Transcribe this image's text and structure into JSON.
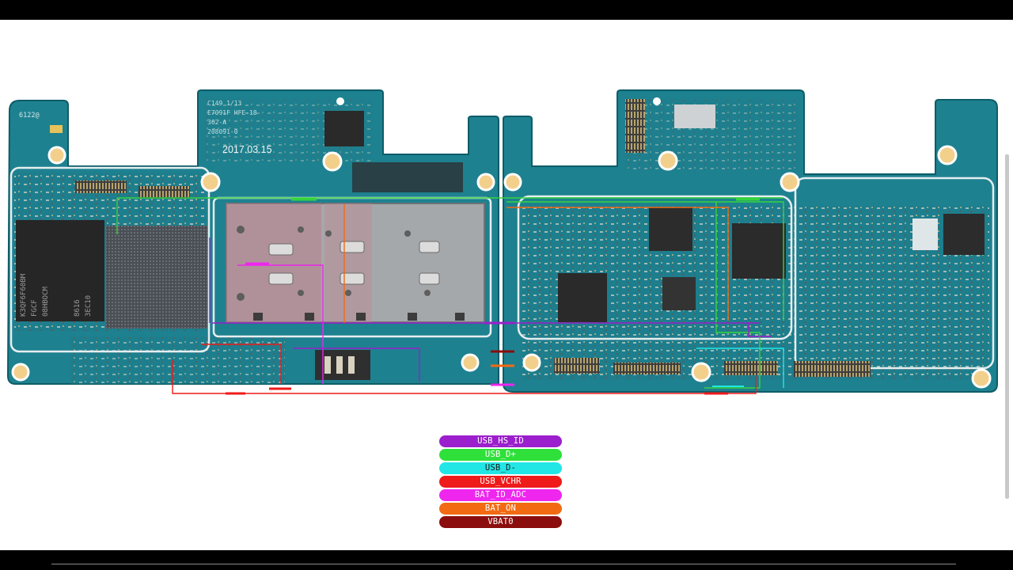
{
  "board": {
    "date_marking": "2017.03.15",
    "silkscreen_left": "6122@",
    "silkscreen_top": [
      "C149 1/13",
      "E7091F HFE-18",
      "362-A",
      "208091-0"
    ],
    "chip_marking_lines": [
      "K3QF6F60BM",
      "FGCF",
      "08HBOCM",
      "8616",
      "3EC10"
    ]
  },
  "legend": {
    "items": [
      {
        "label": "USB_HS_ID",
        "color": "#9b1fcc",
        "text_color": "#ffffff"
      },
      {
        "label": "USB_D+",
        "color": "#2fe03a",
        "text_color": "#ffffff"
      },
      {
        "label": "USB_D-",
        "color": "#22e6e6",
        "text_color": "#1a1a1a"
      },
      {
        "label": "USB_VCHR",
        "color": "#ef1a1a",
        "text_color": "#ffffff"
      },
      {
        "label": "BAT_ID_ADC",
        "color": "#ee26ee",
        "text_color": "#ffffff"
      },
      {
        "label": "BAT_ON",
        "color": "#f26a12",
        "text_color": "#ffffff"
      },
      {
        "label": "VBAT0",
        "color": "#8b0d0d",
        "text_color": "#ffffff"
      }
    ]
  }
}
